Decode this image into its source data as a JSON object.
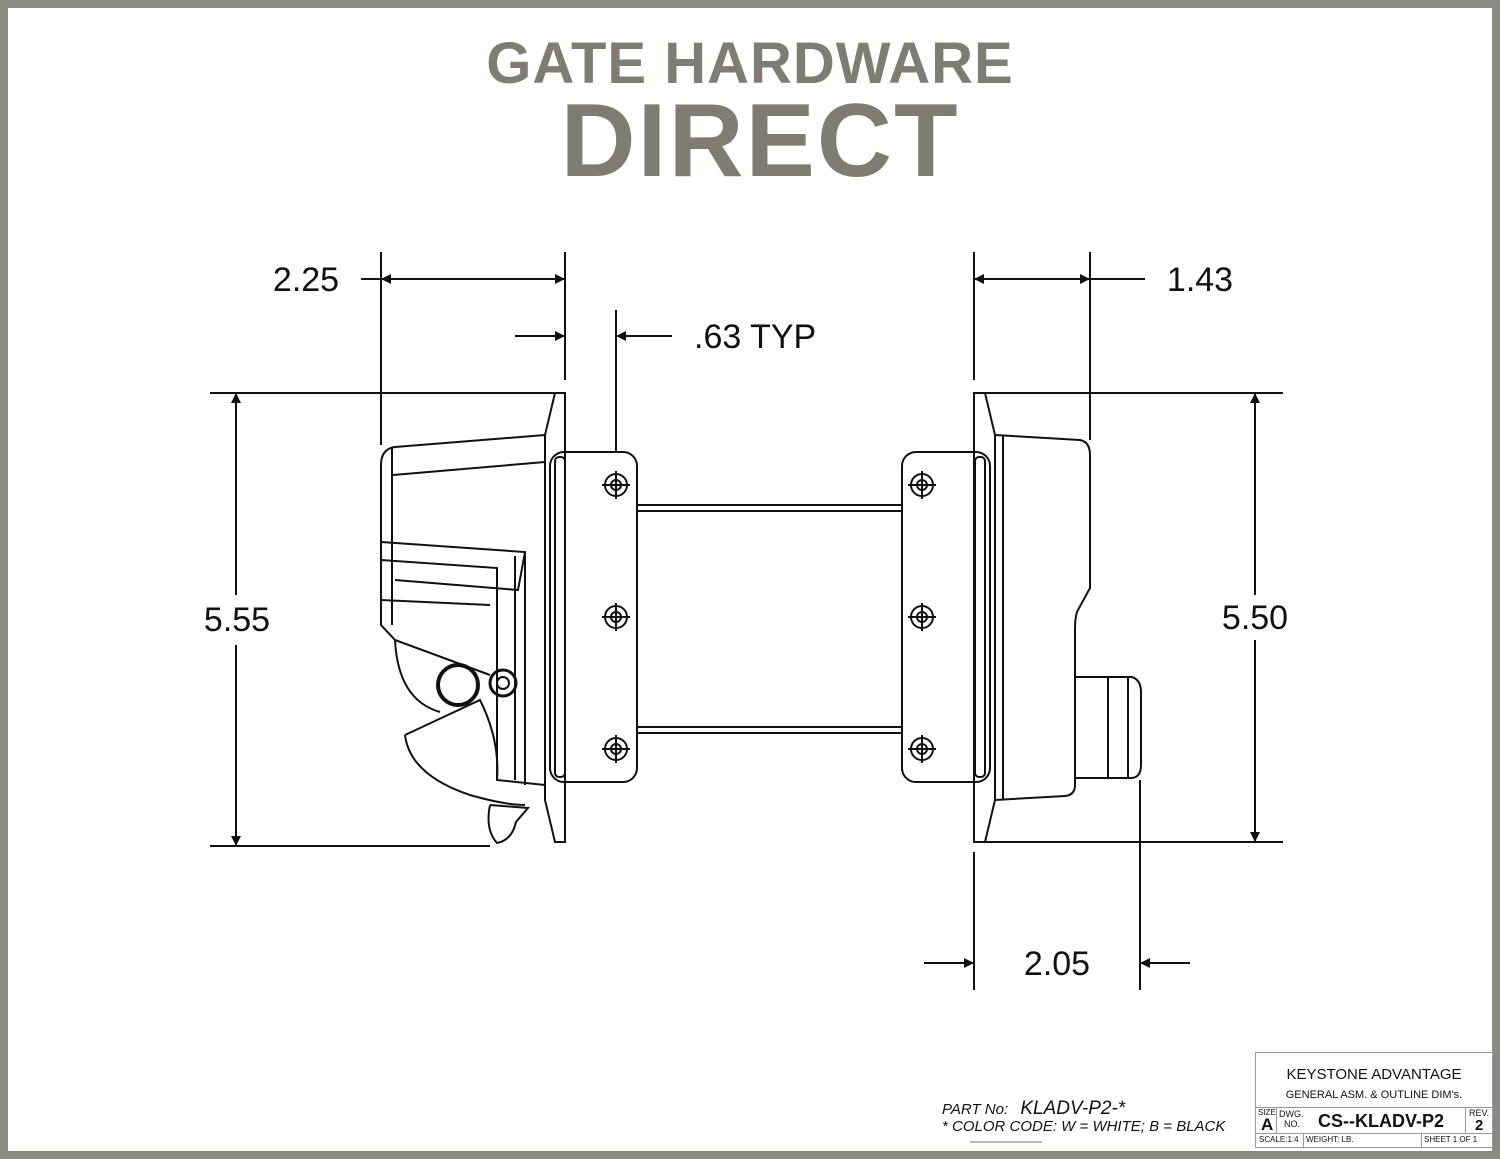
{
  "brand": {
    "line1": "GATE HARDWARE",
    "line2": "DIRECT"
  },
  "dimensions": {
    "d_2_25": "2.25",
    "d_63_typ": ".63 TYP",
    "d_1_43": "1.43",
    "d_5_55": "5.55",
    "d_5_50": "5.50",
    "d_2_05": "2.05"
  },
  "part": {
    "label": "PART No:",
    "number": "KLADV-P2-*",
    "color_code": "* COLOR CODE:  W = WHITE;  B = BLACK"
  },
  "title_block": {
    "company": "KEYSTONE ADVANTAGE",
    "description": "GENERAL ASM. & OUTLINE DIM's.",
    "size_label": "SIZE",
    "size": "A",
    "dwg_label": "DWG.",
    "no_label": "NO.",
    "dwg_no": "CS--KLADV-P2",
    "rev_label": "REV.",
    "rev": "2",
    "scale": "SCALE:1:4",
    "weight": "WEIGHT:  LB.",
    "sheet": "SHEET 1 OF 1"
  },
  "colors": {
    "frame": "#8b8a7e",
    "brand": "#7f7d72",
    "line": "#111111"
  }
}
